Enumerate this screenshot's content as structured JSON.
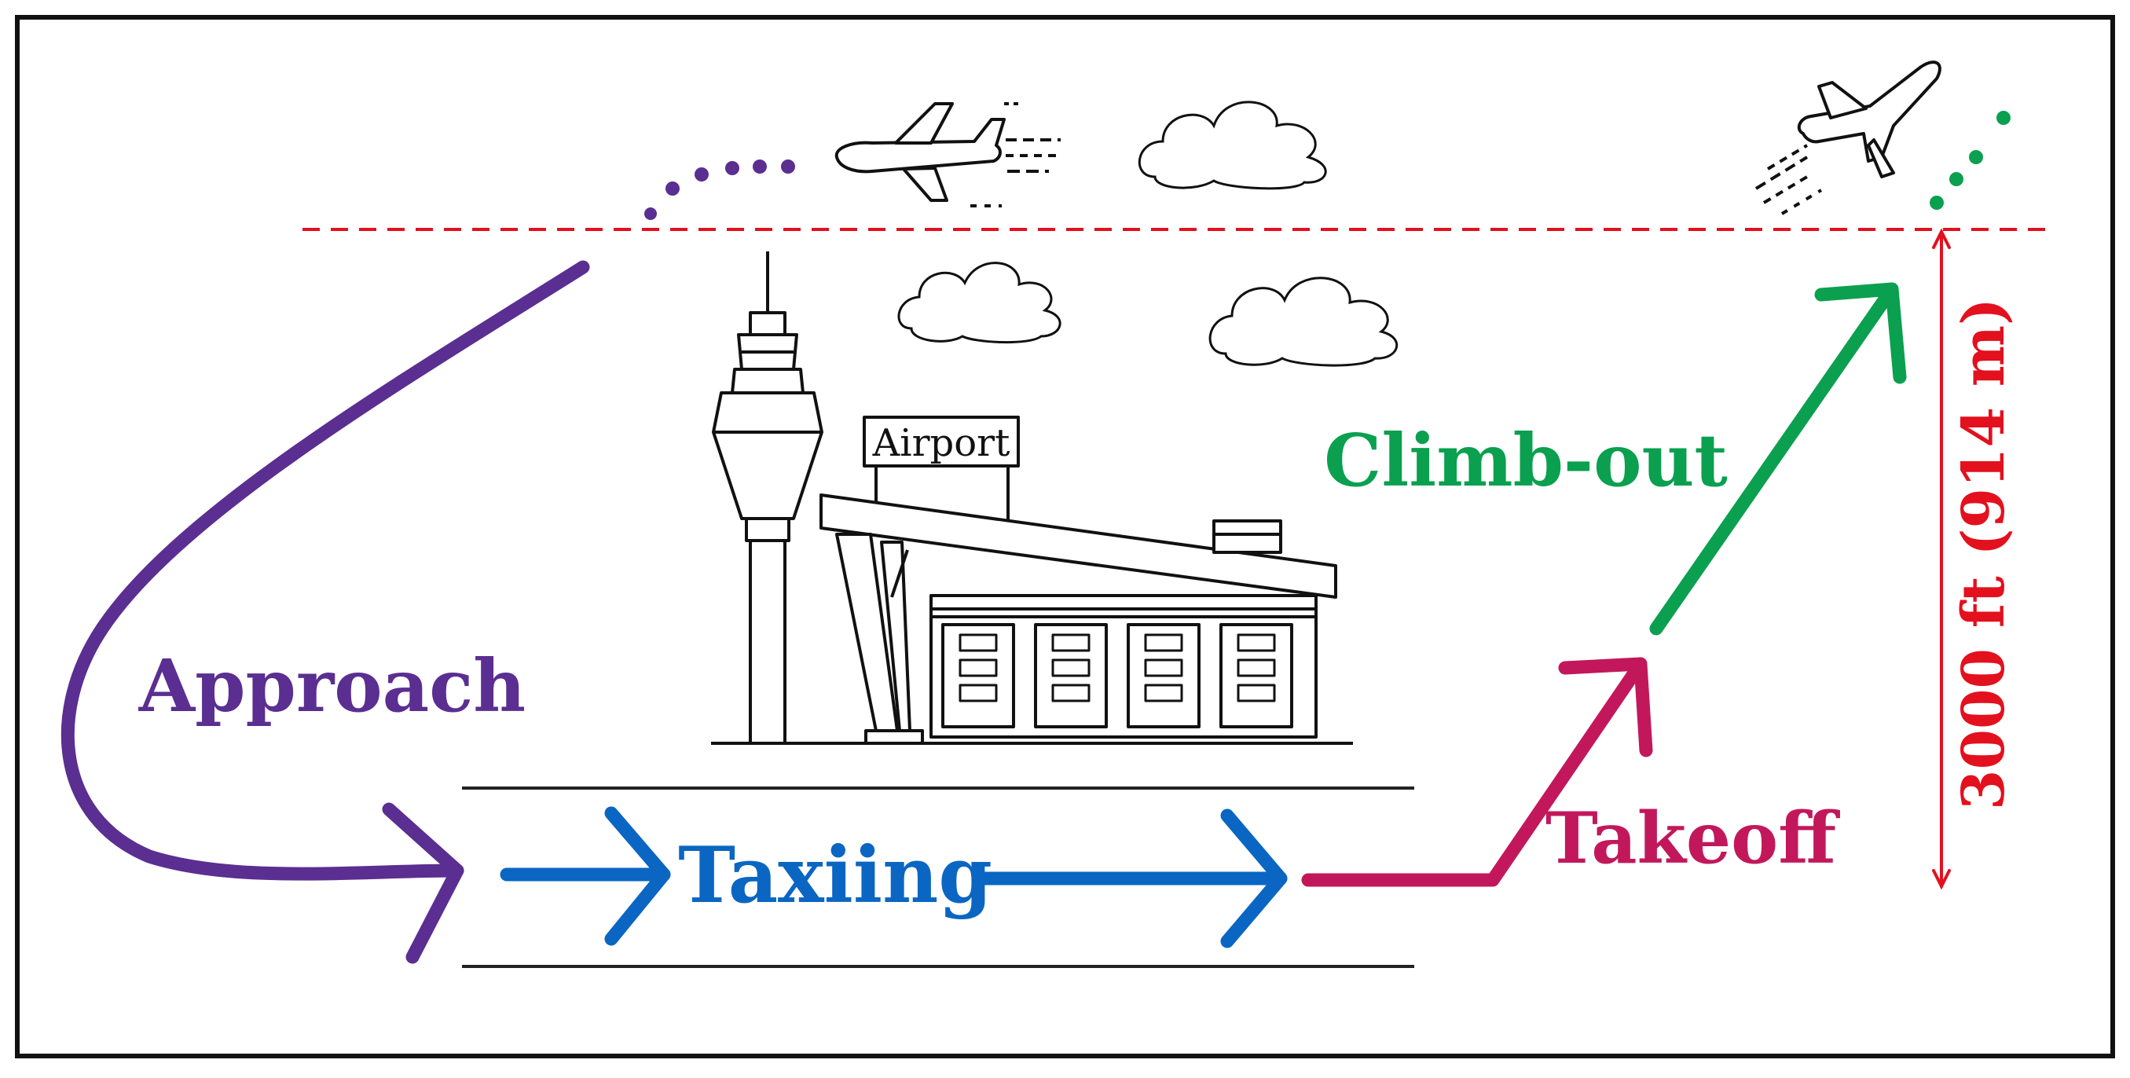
{
  "colors": {
    "approach": "#5b2e91",
    "taxiing": "#0a66c2",
    "takeoff": "#c2185b",
    "climb_out": "#0aa04f",
    "altitude": "#e3101e",
    "outline": "#111111"
  },
  "labels": {
    "approach": "Approach",
    "taxiing": "Taxiing",
    "takeoff": "Takeoff",
    "climb_out": "Climb-out",
    "altitude": "3000 ft (914 m)",
    "airport_sign": "Airport"
  },
  "icons": {
    "plane_left": "airplane-icon",
    "plane_right": "airplane-icon",
    "tower": "control-tower-icon",
    "terminal": "terminal-building-icon",
    "cloud": "cloud-icon"
  }
}
